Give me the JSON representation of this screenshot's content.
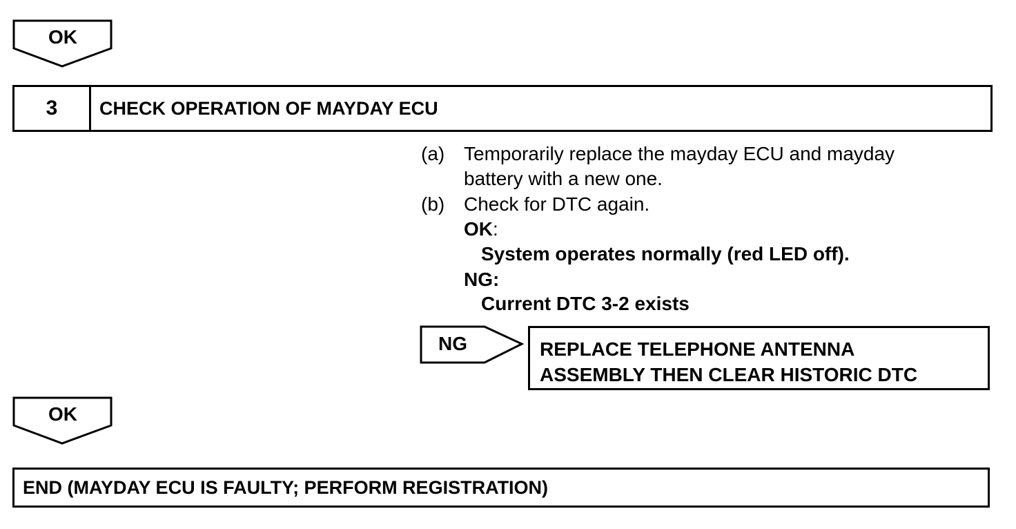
{
  "flow_ok_1": {
    "label": "OK"
  },
  "step": {
    "number": "3",
    "title": "CHECK OPERATION OF MAYDAY ECU"
  },
  "procedure": {
    "a_marker": "(a)",
    "a_line1": "Temporarily replace the mayday ECU and mayday",
    "a_line2": "battery with a new one.",
    "b_marker": "(b)",
    "b_text": "Check for DTC again.",
    "ok_label": "OK",
    "ok_colon": ":",
    "ok_result": "System operates normally (red LED off).",
    "ng_label": "NG:",
    "ng_result": "Current DTC 3-2 exists"
  },
  "ng_branch": {
    "label": "NG",
    "action_line1": "REPLACE TELEPHONE ANTENNA",
    "action_line2": "ASSEMBLY THEN CLEAR HISTORIC DTC"
  },
  "flow_ok_2": {
    "label": "OK"
  },
  "end": {
    "text": "END (MAYDAY ECU IS FAULTY; PERFORM REGISTRATION)"
  }
}
